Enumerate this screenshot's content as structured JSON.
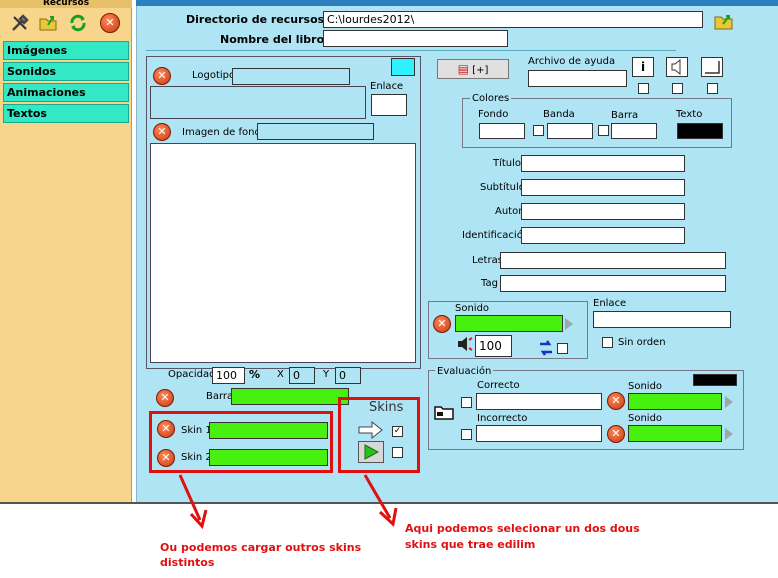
{
  "left": {
    "header": "Recursos",
    "items": [
      "Imágenes",
      "Sonidos",
      "Animaciones",
      "Textos"
    ]
  },
  "top": {
    "dir_label": "Directorio de recursos",
    "dir_value": "C:\\lourdes2012\\",
    "book_label": "Nombre del libro",
    "book_value": ""
  },
  "logo": {
    "label": "Logotipo",
    "enlace": "Enlace"
  },
  "fondo": {
    "label": "Imagen de fondo"
  },
  "opacity": {
    "label": "Opacidad",
    "value": "100",
    "unit": "%",
    "x_label": "X",
    "x_value": "0",
    "y_label": "Y",
    "y_value": "0"
  },
  "barra": {
    "label": "Barra"
  },
  "skins": {
    "skin1": "Skin 1",
    "skin2": "Skin 2",
    "title": "Skins"
  },
  "help": {
    "button": "[+]",
    "label": "Archivo de ayuda",
    "info_icon": "i"
  },
  "colors": {
    "legend": "Colores",
    "fondo": "Fondo",
    "banda": "Banda",
    "barra": "Barra",
    "texto": "Texto",
    "texto_color": "#000000"
  },
  "meta": {
    "titulo": "Título",
    "subtitulo": "Subtítulo",
    "autor": "Autor",
    "identificacion": "Identificación",
    "letras": "Letras",
    "tag": "Tag"
  },
  "sound": {
    "label": "Sonido",
    "volume": "100",
    "enlace": "Enlace",
    "sin_orden": "Sin orden"
  },
  "eval": {
    "legend": "Evaluación",
    "correcto": "Correcto",
    "incorrecto": "Incorrecto",
    "sonido": "Sonido"
  },
  "annotations": {
    "left_line1": "Ou podemos cargar outros skins",
    "left_line2": "distintos",
    "right_line1": "Aqui podemos selecionar un dos dous",
    "right_line2": "skins que trae edilim"
  }
}
